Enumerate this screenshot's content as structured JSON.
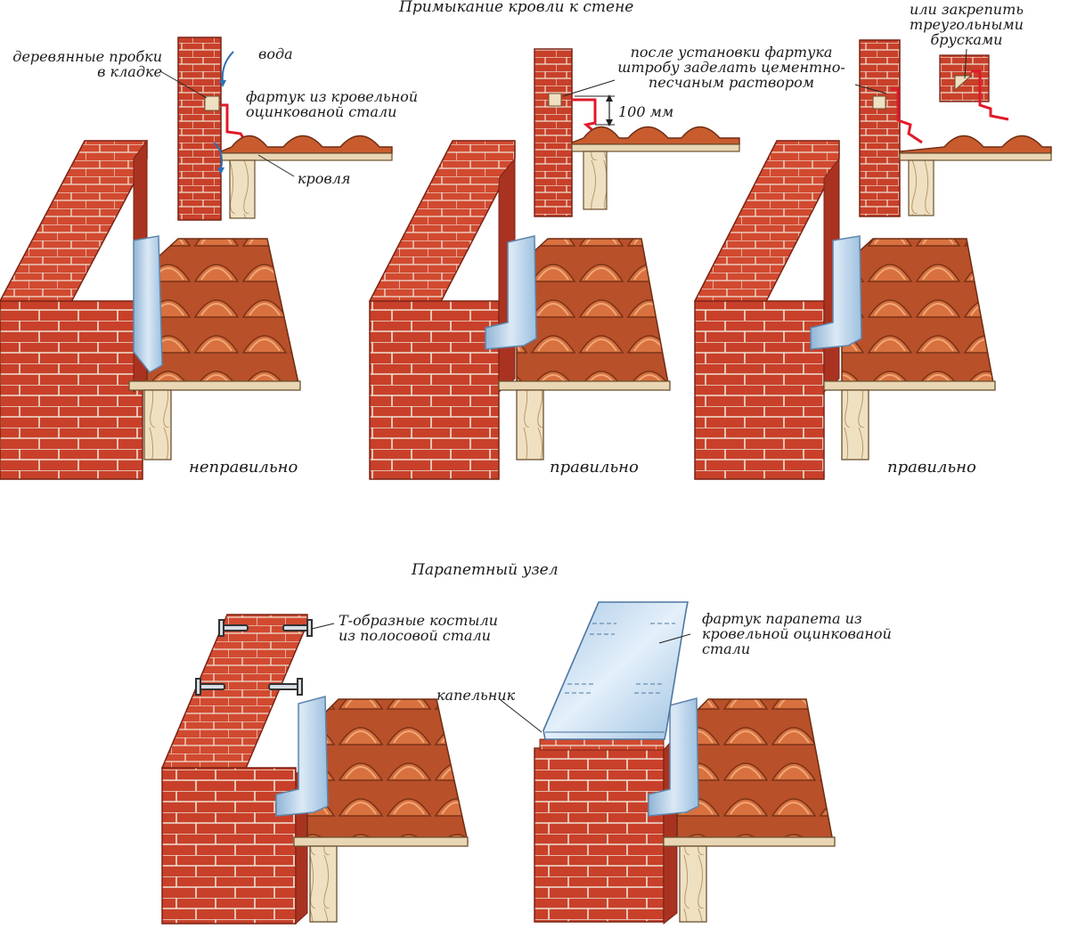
{
  "section1": {
    "title": "Примыкание кровли к стене",
    "labels": {
      "wood_plugs": [
        "деревянные пробки",
        "в кладке"
      ],
      "water": "вода",
      "apron_steel": [
        "фартук из кровельной",
        "оцинкованой стали"
      ],
      "roofing": "кровля",
      "after_install": [
        "после установки фартука",
        "штробу заделать цементно-",
        "песчаным раствором"
      ],
      "distance": "100 мм",
      "triangular": [
        "или закрепить",
        "треугольными",
        "брусками"
      ]
    },
    "verdicts": [
      "неправильно",
      "правильно",
      "правильно"
    ]
  },
  "section2": {
    "title": "Парапетный узел",
    "labels": {
      "t_brackets": [
        "Т-образные костыли",
        "из полосовой стали"
      ],
      "parapet_apron": [
        "фартук парапета из",
        "кровельной оцинкованой",
        "стали"
      ],
      "drip": "капельник"
    }
  },
  "colors": {
    "brick": "#c8402a",
    "brick_dark": "#9a2c1c",
    "mortar": "#e8d9cc",
    "tile": "#c95c2e",
    "tile_dark": "#8e3a18",
    "flashing": "#b7d3ea",
    "flashing_dark": "#7fa6c9",
    "wood": "#efe0c2",
    "apron_red": "#e01a2a",
    "arrow_blue": "#2f6fb3"
  }
}
